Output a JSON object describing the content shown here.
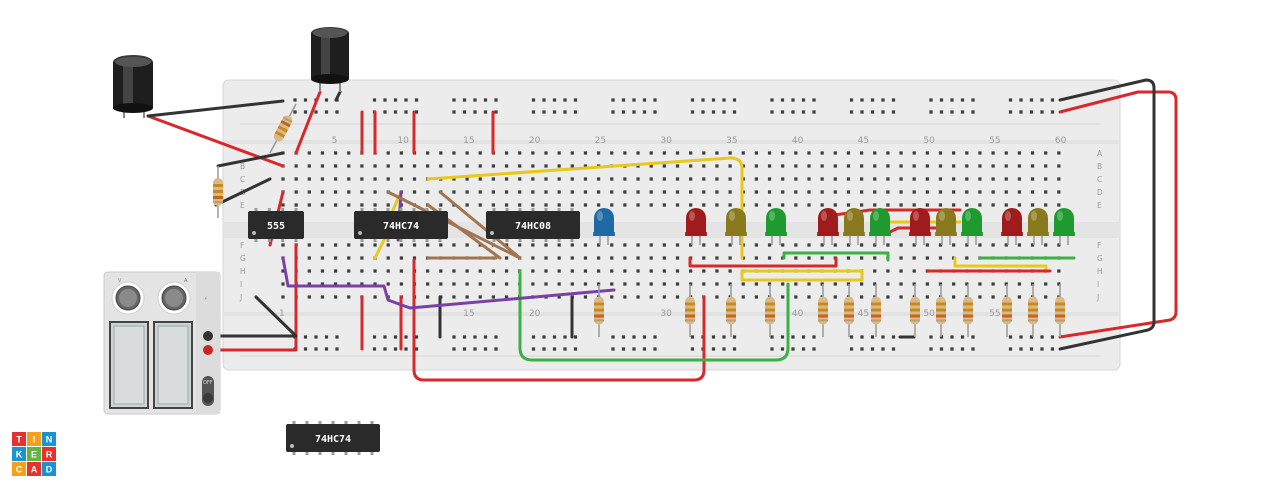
{
  "breadboard": {
    "column_numbers": [
      "5",
      "10",
      "15",
      "20",
      "25",
      "30",
      "35",
      "40",
      "45",
      "50",
      "55",
      "60"
    ],
    "bottom_column_numbers": [
      "1",
      "15",
      "20",
      "30",
      "40",
      "45",
      "50",
      "55"
    ],
    "row_letters_top": [
      "A",
      "B",
      "C",
      "D",
      "E"
    ],
    "row_letters_bottom": [
      "F",
      "G",
      "H",
      "I",
      "J"
    ],
    "left_row_letters": [
      "B",
      "C",
      "D",
      "E",
      "F",
      "G",
      "H",
      "I",
      "J"
    ]
  },
  "chips": [
    {
      "label": "555"
    },
    {
      "label": "74HC74"
    },
    {
      "label": "74HC08"
    },
    {
      "label": "74HC74"
    }
  ],
  "leds": [
    {
      "color": "#1f6aa5"
    },
    {
      "color": "#a01c1c"
    },
    {
      "color": "#8a7a1e"
    },
    {
      "color": "#1e9a2e"
    },
    {
      "color": "#a01c1c"
    },
    {
      "color": "#8a7a1e"
    },
    {
      "color": "#1e9a2e"
    },
    {
      "color": "#a01c1c"
    },
    {
      "color": "#8a7a1e"
    },
    {
      "color": "#1e9a2e"
    },
    {
      "color": "#a01c1c"
    },
    {
      "color": "#8a7a1e"
    },
    {
      "color": "#1e9a2e"
    }
  ],
  "power_supply": {
    "switch_label": "OFF",
    "knob1_label": "V",
    "knob2_label": "A"
  },
  "logo": {
    "letters": [
      "T",
      "I",
      "N",
      "K",
      "E",
      "R",
      "C",
      "A",
      "D"
    ],
    "colors": [
      "#e7312d",
      "#f3a11b",
      "#1d92d0",
      "#1d92d0",
      "#5fb646",
      "#e7312d",
      "#f3a11b",
      "#e7312d",
      "#1d92d0"
    ]
  },
  "wire_colors": {
    "red": "#d9282a",
    "black": "#333333",
    "yellow": "#e8c81c",
    "green": "#3cb043",
    "purple": "#7b3fa8",
    "brown": "#a07550"
  }
}
